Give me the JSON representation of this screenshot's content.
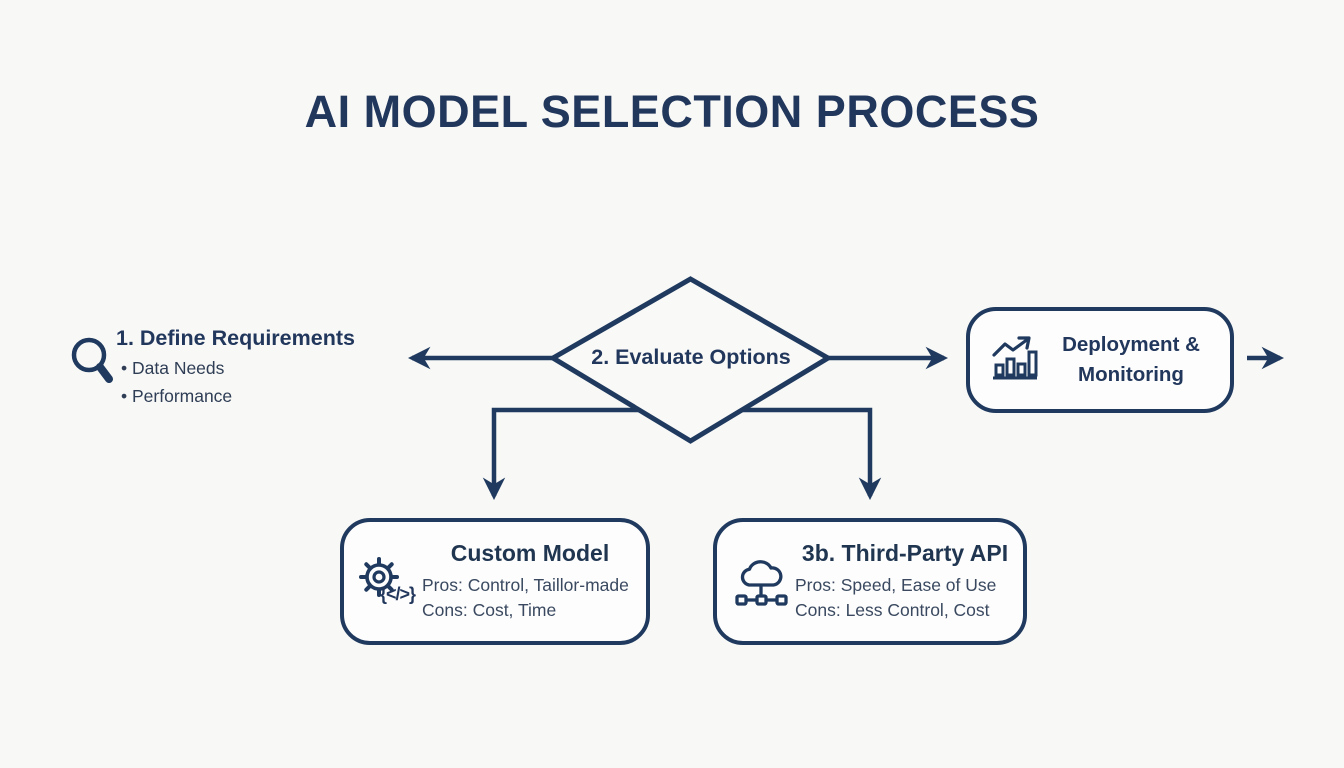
{
  "title": "AI MODEL SELECTION PROCESS",
  "colors": {
    "navy_stroke": "#1f3a5e",
    "title_text": "#22375c",
    "body_text": "#3a4960",
    "background": "#f8f8f7"
  },
  "define": {
    "heading": "1. Define Requirements",
    "bullet1": "• Data Needs",
    "bullet2": "• Performance"
  },
  "evaluate": {
    "label": "2. Evaluate Options"
  },
  "deployment": {
    "line1": "Deployment &",
    "line2": "Monitoring"
  },
  "custom": {
    "title": "Custom Model",
    "pros": "Pros: Control, Taillor-made",
    "cons": "Cons: Cost, Time",
    "code_glyph": "{</>}"
  },
  "thirdparty": {
    "title": "3b. Third-Party API",
    "pros": "Pros: Speed, Ease of Use",
    "cons": "Cons: Less Control, Cost"
  }
}
